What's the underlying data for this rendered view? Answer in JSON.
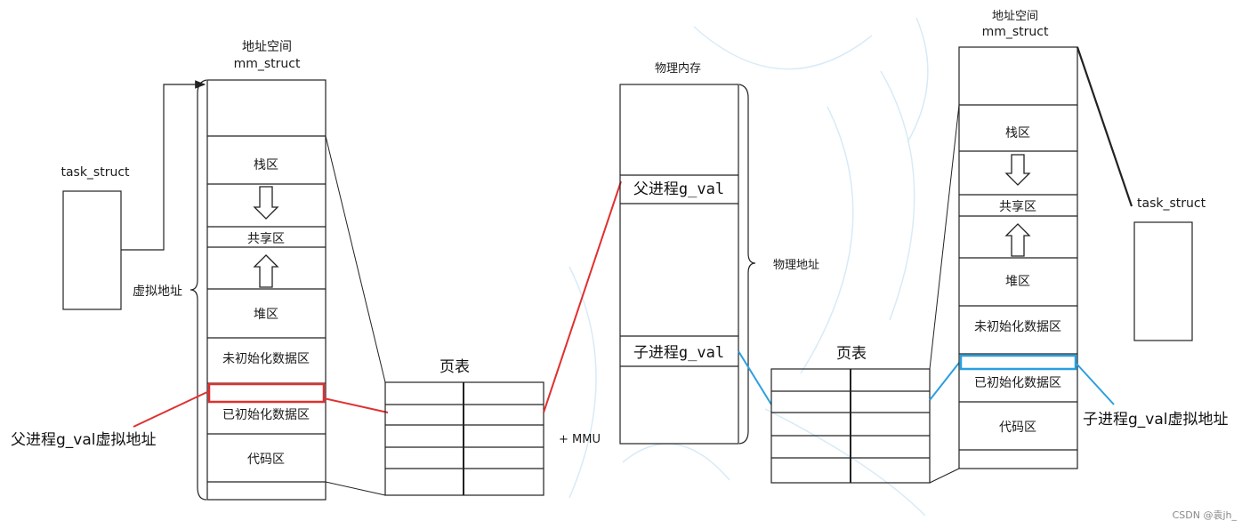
{
  "left": {
    "space_title_1": "地址空间",
    "space_title_2": "mm_struct",
    "task_label": "task_struct",
    "virtual_addr_label": "虚拟地址",
    "segments": [
      "栈区",
      "共享区",
      "堆区",
      "未初始化数据区",
      "已初始化数据区",
      "代码区"
    ],
    "parent_vaddr_label": "父进程g_val虚拟地址"
  },
  "left_page_table": {
    "title": "页表"
  },
  "mmu_label": "+ MMU",
  "physical": {
    "title": "物理内存",
    "parent_cell": "父进程g_val",
    "child_cell": "子进程g_val",
    "phys_addr_label": "物理地址"
  },
  "right_page_table": {
    "title": "页表"
  },
  "right": {
    "space_title_1": "地址空间",
    "space_title_2": "mm_struct",
    "task_label": "task_struct",
    "segments": [
      "栈区",
      "共享区",
      "堆区",
      "未初始化数据区",
      "已初始化数据区",
      "代码区"
    ],
    "child_vaddr_label": "子进程g_val虚拟地址"
  },
  "watermark": "CSDN @袁jh_",
  "colors": {
    "parent_highlight": "#e03030",
    "child_highlight": "#2a9fe0",
    "line": "#222222"
  }
}
